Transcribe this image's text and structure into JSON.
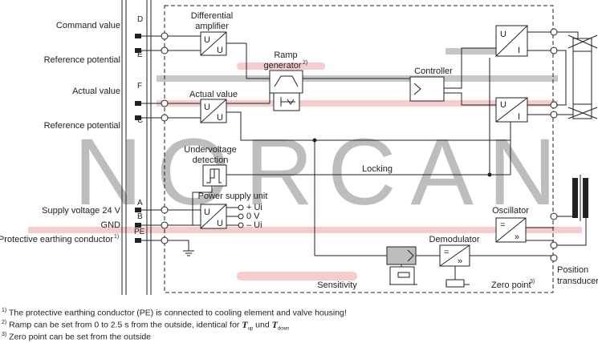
{
  "terminals": [
    {
      "pin": "D",
      "label": "Command value"
    },
    {
      "pin": "E",
      "label": "Reference potential"
    },
    {
      "pin": "F",
      "label": "Actual value"
    },
    {
      "pin": "C",
      "label": "Reference potential"
    },
    {
      "pin": "A",
      "label": "Supply voltage  24 V"
    },
    {
      "pin": "B",
      "label": "GND"
    },
    {
      "pin": "PE",
      "label": "Protective earthing conductor"
    }
  ],
  "pe_superscript": "1)",
  "blocks": {
    "diff_amp": {
      "line1": "Differential",
      "line2": "amplifier",
      "sym_top": "U",
      "sym_bot": "U"
    },
    "ramp": {
      "line1": "Ramp",
      "line2": "generator",
      "sup": "2)"
    },
    "controller": {
      "label": "Controller"
    },
    "actual_value": {
      "label": "Actual value",
      "sym_top": "U",
      "sym_bot": "U"
    },
    "undervoltage": {
      "line1": "Undervoltage",
      "line2": "detection"
    },
    "psu": {
      "label": "Power supply unit",
      "sym_top": "U",
      "sym_bot": "U",
      "out1": "+ Ui",
      "out2": "0 V",
      "out3": "– Ui"
    },
    "locking": {
      "label": "Locking"
    },
    "oscillator": {
      "label": "Oscillator",
      "sym_top": "=",
      "sym_bot": "»"
    },
    "demodulator": {
      "label": "Demodulator",
      "sym_top": "=",
      "sym_bot": "»"
    },
    "out_amp_top": {
      "sym_top": "U",
      "sym_bot": "I"
    },
    "out_amp_bot": {
      "sym_top": "U",
      "sym_bot": "I"
    },
    "sensitivity": {
      "label": "Sensitivity"
    },
    "zero_point": {
      "label": "Zero point",
      "sup": "3)"
    },
    "position_transducer": {
      "line1": "Position",
      "line2": "transducer"
    }
  },
  "watermark": "NORCAN",
  "footnotes": {
    "n1": {
      "mark": "1)",
      "text": " The protective earthing conductor (PE) is connected to cooling element and valve housing!"
    },
    "n2": {
      "mark": "2)",
      "text": " Ramp can be set from 0 to 2.5 s from the outside, identical for ",
      "t1": "T",
      "s1": "up",
      "and": "  und  ",
      "t2": "T",
      "s2": "down"
    },
    "n3": {
      "mark": "3)",
      "text": " Zero point can be set from the outside"
    }
  },
  "colors": {
    "gray_path": "#bdbdbd",
    "red_path": "#f6c6c6",
    "line": "#222222",
    "watermark": "#bdbdbd"
  }
}
